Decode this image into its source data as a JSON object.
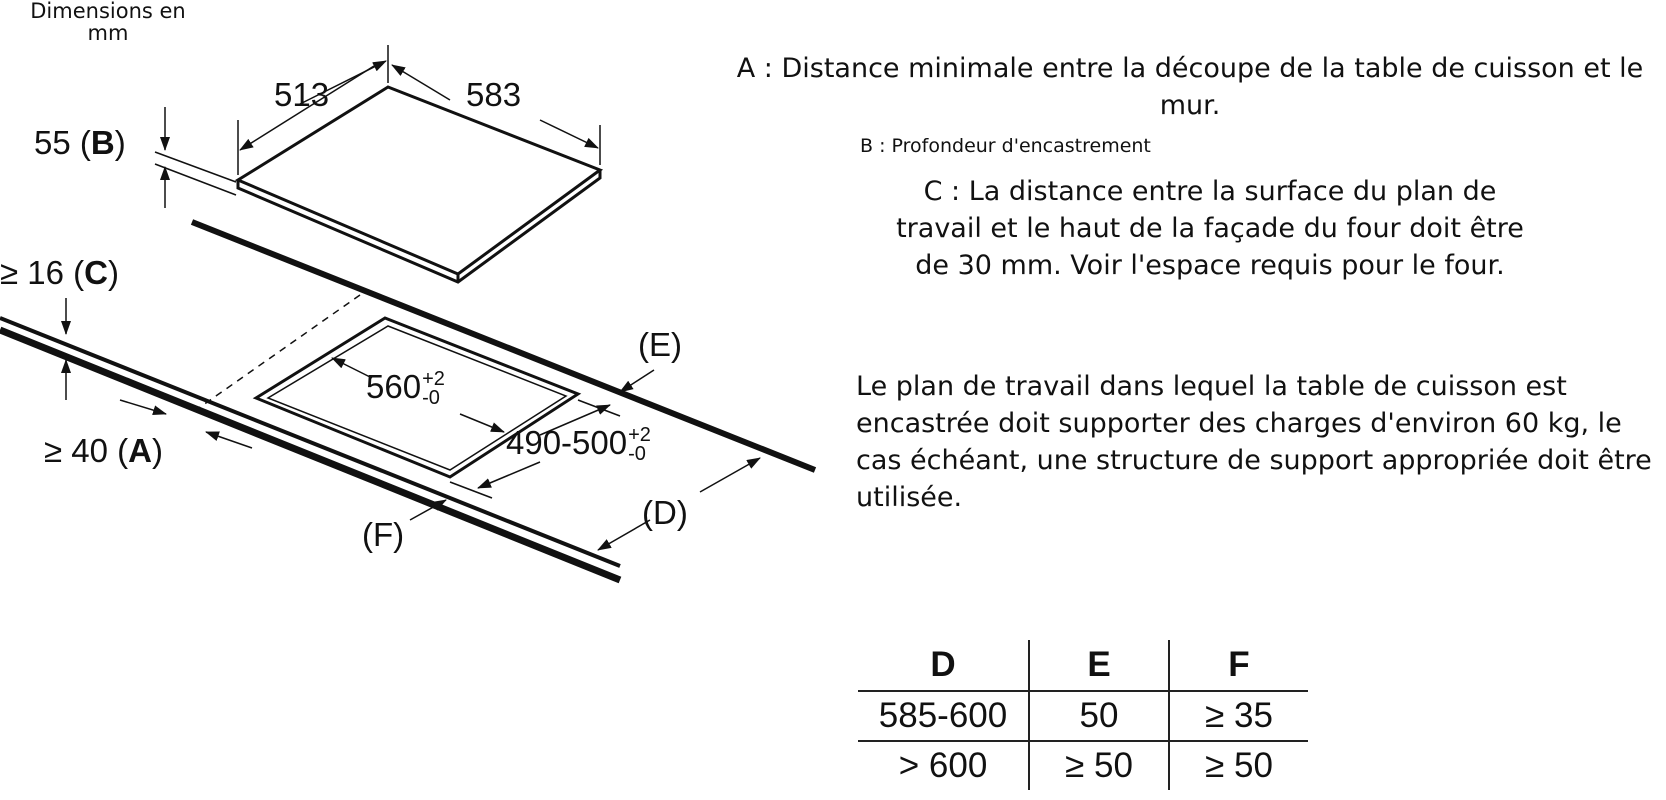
{
  "units_label": "Dimensions en mm",
  "notes": {
    "a": "A : Distance minimale entre la découpe de la table de cuisson et le mur.",
    "b": "B : Profondeur d'encastrement",
    "c": "C : La distance entre la surface du plan de travail et le haut de la façade du four doit être de 30 mm. Voir l'espace requis pour le four.",
    "load": "Le plan de travail dans lequel la table de cuisson est encastrée doit supporter des charges d'environ 60 kg, le cas échéant, une structure de support appropriée doit être utilisée."
  },
  "labels": {
    "hob_depth": "513",
    "hob_width": "583",
    "b_value": "55 (",
    "b_letter": "B",
    "c_value": "≥ 16 (",
    "c_letter": "C",
    "a_value": "≥ 40 (",
    "a_letter": "A",
    "close_paren": ")",
    "e_label": "(E)",
    "f_label": "(F)",
    "d_label": "(D)",
    "cutout_width": "560",
    "cutout_width_tol_plus": "+2",
    "cutout_width_tol_minus": "-0",
    "cutout_depth": "490-500",
    "cutout_depth_tol_plus": "+2",
    "cutout_depth_tol_minus": "-0"
  },
  "table": {
    "headers": [
      "D",
      "E",
      "F"
    ],
    "rows": [
      [
        "585-600",
        "50",
        "≥ 35"
      ],
      [
        "> 600",
        "≥ 50",
        "≥ 50"
      ]
    ]
  },
  "colors": {
    "line": "#111111",
    "background": "#ffffff"
  }
}
